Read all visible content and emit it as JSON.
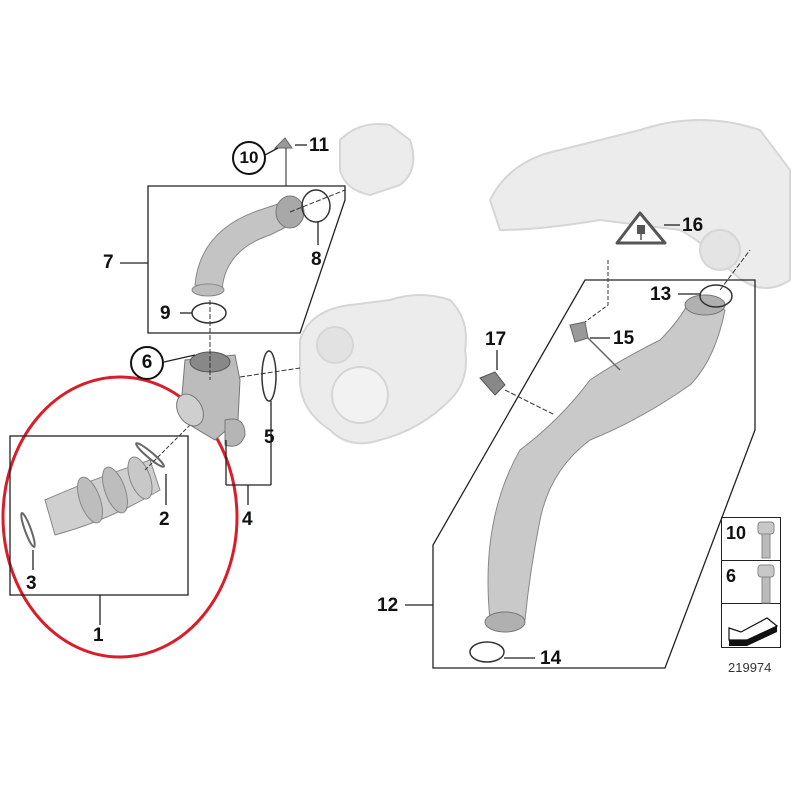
{
  "diagram": {
    "type": "exploded parts diagram",
    "subject": "Charge air duct / turbocharger intake pipes",
    "doc_number": "219974",
    "highlight": {
      "shape": "ellipse",
      "color": "#d81e2a",
      "encloses_group": "1"
    },
    "callouts": [
      {
        "id": "1",
        "text": "1",
        "circled": false
      },
      {
        "id": "2",
        "text": "2",
        "circled": false
      },
      {
        "id": "3",
        "text": "3",
        "circled": false
      },
      {
        "id": "4",
        "text": "4",
        "circled": false
      },
      {
        "id": "5",
        "text": "5",
        "circled": false
      },
      {
        "id": "6",
        "text": "6",
        "circled": true
      },
      {
        "id": "7",
        "text": "7",
        "circled": false
      },
      {
        "id": "8",
        "text": "8",
        "circled": false
      },
      {
        "id": "9",
        "text": "9",
        "circled": false
      },
      {
        "id": "10",
        "text": "10",
        "circled": true
      },
      {
        "id": "11",
        "text": "11",
        "circled": false
      },
      {
        "id": "12",
        "text": "12",
        "circled": false
      },
      {
        "id": "13",
        "text": "13",
        "circled": false
      },
      {
        "id": "14",
        "text": "14",
        "circled": false
      },
      {
        "id": "15",
        "text": "15",
        "circled": false
      },
      {
        "id": "16",
        "text": "16",
        "circled": false
      },
      {
        "id": "17",
        "text": "17",
        "circled": false
      }
    ],
    "legend": [
      {
        "num": "10",
        "icon": "screw-icon"
      },
      {
        "num": "6",
        "icon": "screw-icon"
      },
      {
        "num": "",
        "icon": "arrow-icon"
      }
    ],
    "warning_symbol": "electrical-connector-warning-icon"
  }
}
